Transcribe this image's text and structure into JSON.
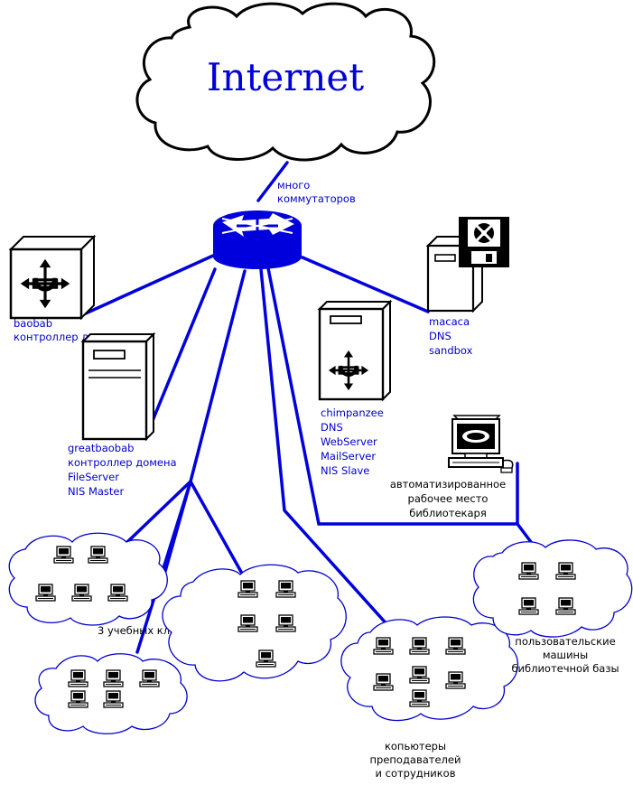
{
  "internet": {
    "label": "Internet"
  },
  "router": {
    "line1": "много",
    "line2": "коммутаторов"
  },
  "servers": {
    "baobab": {
      "lines": [
        "baobab",
        "контроллер домена"
      ]
    },
    "greatbaobab": {
      "lines": [
        "greatbaobab",
        "контроллер домена",
        "FileServer",
        "NIS Master"
      ]
    },
    "chimpanzee": {
      "lines": [
        "chimpanzee",
        "DNS",
        "WebServer",
        "MailServer",
        "NIS Slave"
      ]
    },
    "macaca": {
      "lines": [
        "macaca",
        "DNS",
        "sandbox"
      ]
    }
  },
  "librarian": {
    "lines": [
      "автоматизированное",
      "рабочее место",
      "библиотекаря"
    ]
  },
  "groups": {
    "classes": {
      "label": "3 учебных класса"
    },
    "staff": {
      "lines": [
        "копьютеры",
        "преподавателей",
        "и сотрудников"
      ]
    },
    "library": {
      "lines": [
        "пользовательские",
        "машины",
        "библиотечной базы"
      ]
    }
  },
  "colors": {
    "link": "#0000dd",
    "label": "#0000cc",
    "router_body": "#0000dd"
  }
}
